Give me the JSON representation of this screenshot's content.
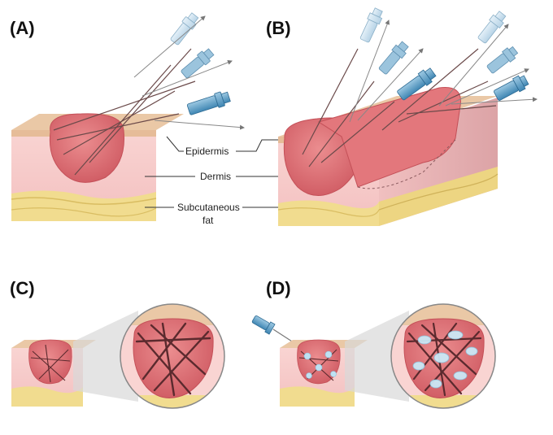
{
  "panels": {
    "a": {
      "label": "(A)"
    },
    "b": {
      "label": "(B)"
    },
    "c": {
      "label": "(C)"
    },
    "d": {
      "label": "(D)"
    }
  },
  "layers": {
    "epidermis": "Epidermis",
    "dermis": "Dermis",
    "subcutaneous_line1": "Subcutaneous",
    "subcutaneous_line2": "fat"
  },
  "colors": {
    "epidermis": "#e9c3a1",
    "dermis": "#f6c8c8",
    "dermis_side": "#eab2b2",
    "fat": "#f1dc8f",
    "lesion": "#d9646b",
    "lesion_light": "#e88f91",
    "needle_hub": "#6aa6c9",
    "needle_hub_light": "#c7deee",
    "thread": "#5b2a2e",
    "filler": "#bfe2f3"
  }
}
